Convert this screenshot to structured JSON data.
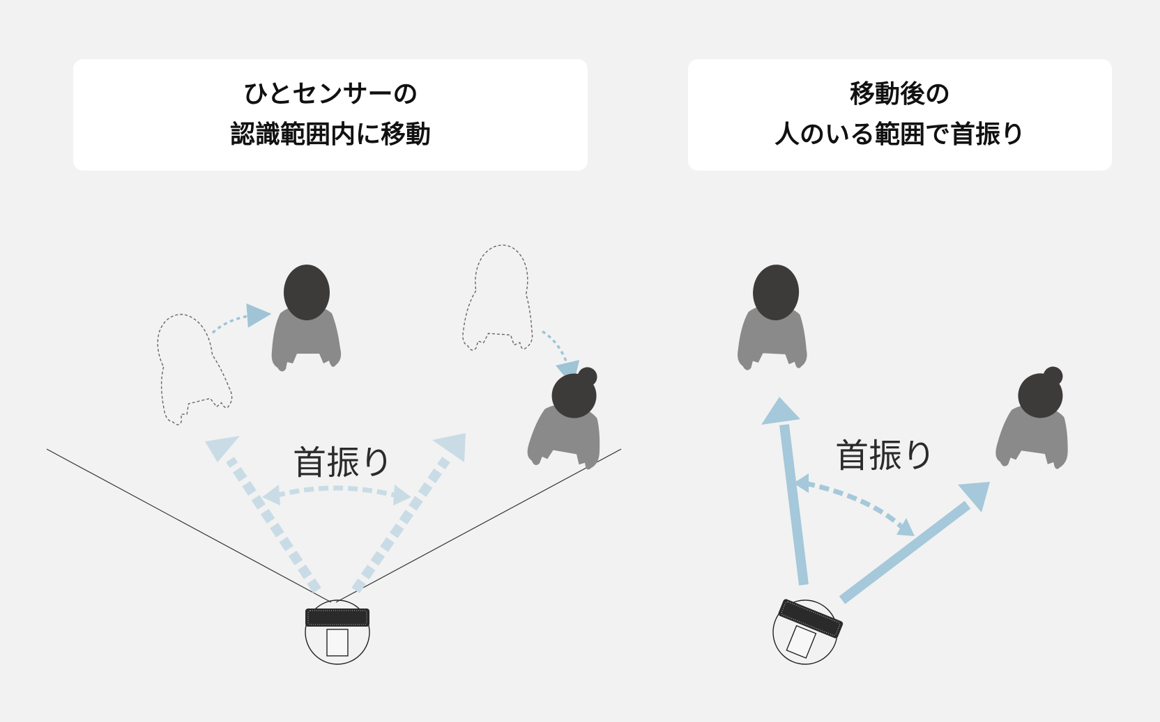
{
  "panels": [
    {
      "title_line1": "ひとセンサーの",
      "title_line2": "認識範囲内に移動",
      "swing_label": "首振り"
    },
    {
      "title_line1": "移動後の",
      "title_line2": "人のいる範囲で首振り",
      "swing_label": "首振り"
    }
  ],
  "colors": {
    "background": "#f2f2f2",
    "card": "#ffffff",
    "arrow_faded": "#c9dce6",
    "arrow_solid": "#a5c8da",
    "dotted_arrow": "#9ec4d6",
    "hair": "#3d3a3a",
    "body": "#8a8a8a"
  },
  "icons": [
    "person-topview",
    "person-outline",
    "fan-topview"
  ]
}
